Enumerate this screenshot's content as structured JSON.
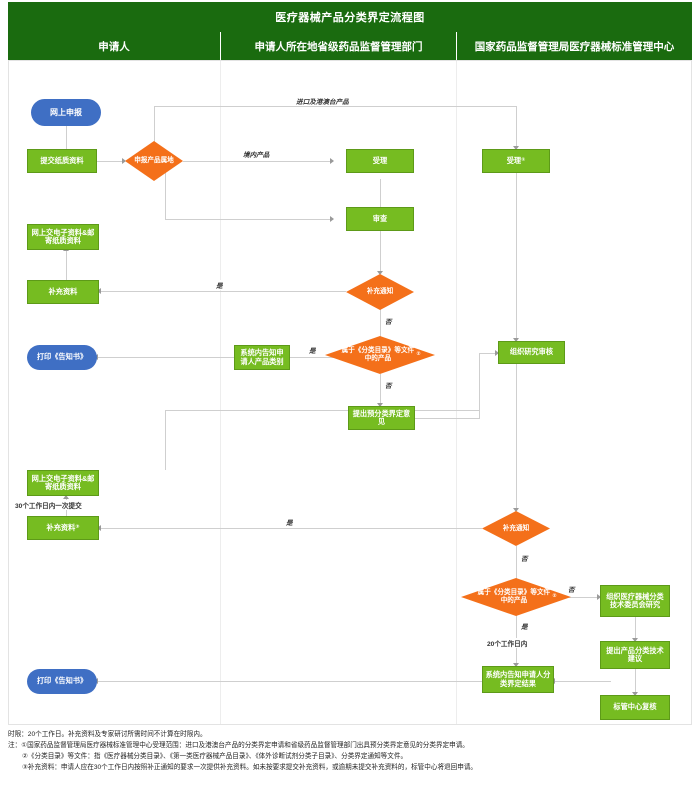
{
  "header": {
    "title": "医疗器械产品分类界定流程图",
    "lanes": [
      {
        "id": "applicant",
        "label": "申请人"
      },
      {
        "id": "provincial",
        "label": "申请人所在地省级药品监督管理部门"
      },
      {
        "id": "national",
        "label": "国家药品监督管理局医疗器械标准管理中心"
      }
    ]
  },
  "nodes": {
    "online_apply": {
      "label": "网上申报",
      "shape": "oval",
      "lane": "applicant"
    },
    "submit_paper": {
      "label": "提交纸质资料",
      "shape": "box",
      "lane": "applicant"
    },
    "product_origin": {
      "label": "申报产品属地",
      "shape": "diamond",
      "lane": "applicant"
    },
    "accept_prov": {
      "label": "受理",
      "shape": "box",
      "lane": "provincial"
    },
    "accept_nat": {
      "label": "受理",
      "sup": "①",
      "shape": "box",
      "lane": "national"
    },
    "review_prov": {
      "label": "审查",
      "shape": "box",
      "lane": "provincial"
    },
    "supp_notice_prov": {
      "label": "补充通知",
      "shape": "diamond",
      "lane": "provincial"
    },
    "submit_online_1": {
      "label": "网上交电子资料&邮寄纸质资料",
      "shape": "box",
      "lane": "applicant"
    },
    "supplement_1": {
      "label": "补充资料",
      "shape": "box",
      "lane": "applicant"
    },
    "print_notice_1": {
      "label": "打印《告知书》",
      "shape": "oval",
      "lane": "applicant"
    },
    "notify_category": {
      "label": "系统内告知申请人产品类别",
      "shape": "box",
      "lane": "provincial"
    },
    "in_catalog_prov": {
      "label": "属于《分类目录》等文件中的产品",
      "sup": "②",
      "shape": "diamond",
      "lane": "provincial"
    },
    "pre_classify_opinion": {
      "label": "提出预分类界定意见",
      "shape": "box",
      "lane": "provincial"
    },
    "organize_review": {
      "label": "组织研究审核",
      "shape": "box",
      "lane": "national"
    },
    "submit_online_2": {
      "label": "网上交电子资料&邮寄纸质资料",
      "shape": "box",
      "lane": "applicant"
    },
    "supplement_2": {
      "label": "补充资料",
      "sup": "③",
      "shape": "box",
      "lane": "applicant"
    },
    "supp_notice_nat": {
      "label": "补充通知",
      "shape": "diamond",
      "lane": "national"
    },
    "in_catalog_nat": {
      "label": "属于《分类目录》等文件中的产品",
      "sup": "②",
      "shape": "diamond",
      "lane": "national"
    },
    "tech_committee": {
      "label": "组织医疗器械分类技术委员会研究",
      "shape": "box",
      "lane": "national"
    },
    "tech_advice": {
      "label": "提出产品分类技术建议",
      "shape": "box",
      "lane": "national"
    },
    "center_recheck": {
      "label": "标管中心复核",
      "shape": "box",
      "lane": "national"
    },
    "notify_result": {
      "label": "系统内告知申请人分类界定结果",
      "shape": "box",
      "lane": "national"
    },
    "print_notice_2": {
      "label": "打印《告知书》",
      "shape": "oval",
      "lane": "applicant"
    }
  },
  "edge_labels": {
    "import_hk_mo_tw": "进口及港澳台产品",
    "domestic": "境内产品",
    "yes_1": "是",
    "no_1": "否",
    "yes_2": "是",
    "no_2": "否",
    "yes_3": "是",
    "no_3": "否",
    "no_4": "否",
    "no_5": "否",
    "yes_4": "是",
    "submit_30_days": "30个工作日内一次提交",
    "within_20_days": "20个工作日内"
  },
  "footer": {
    "deadline": "时限：20个工作日。补充资料及专家研讨所需时间不计算在时限内。",
    "note_label": "注：",
    "note1": "①国家药品监督管理局医疗器械标准管理中心受理范围：进口及港澳台产品的分类界定申请和省级药品监督管理部门出具预分类界定意见的分类界定申请。",
    "note2": "②《分类目录》等文件：指《医疗器械分类目录》、《第一类医疗器械产品目录》、《体外诊断试剂分类子目录》、分类界定通知等文件。",
    "note3": "③补充资料：申请人应在30个工作日内按照补正通知的要求一次提供补充资料。如未按要求提交补充资料，或逾期未提交补充资料的，标管中心将退回申请。"
  },
  "colors": {
    "header_green": "#1a6b0f",
    "node_green": "#76bc21",
    "node_blue": "#3f6fc4",
    "node_orange": "#f4701a",
    "line_gray": "#cfcfcf"
  }
}
